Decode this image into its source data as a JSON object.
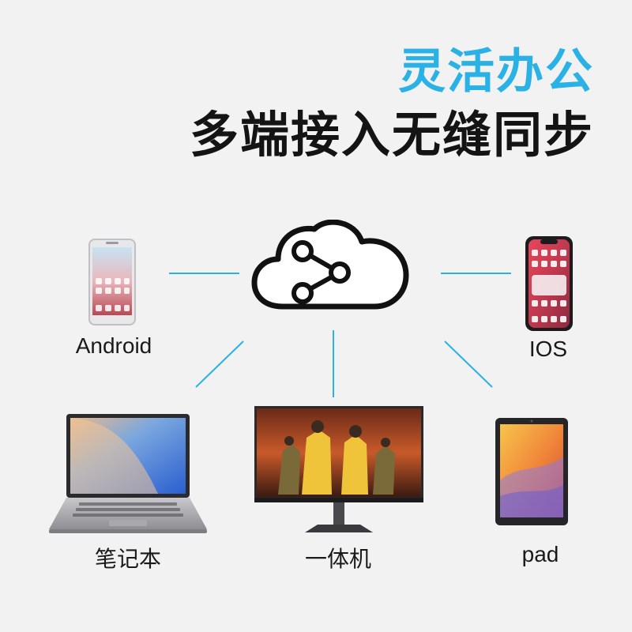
{
  "header": {
    "title_line1": "灵活办公",
    "title_line2": "多端接入无缝同步"
  },
  "hub": {
    "icon": "cloud-share-icon"
  },
  "devices": [
    {
      "id": "android",
      "label": "Android",
      "icon": "android-phone"
    },
    {
      "id": "ios",
      "label": "IOS",
      "icon": "iphone"
    },
    {
      "id": "laptop",
      "label": "笔记本",
      "icon": "laptop"
    },
    {
      "id": "aio",
      "label": "一体机",
      "icon": "all-in-one-monitor"
    },
    {
      "id": "pad",
      "label": "pad",
      "icon": "tablet"
    }
  ],
  "colors": {
    "accent": "#2ab2e6",
    "headline": "#141414",
    "connector": "#2ab2e6",
    "background": "#f2f2f2"
  }
}
